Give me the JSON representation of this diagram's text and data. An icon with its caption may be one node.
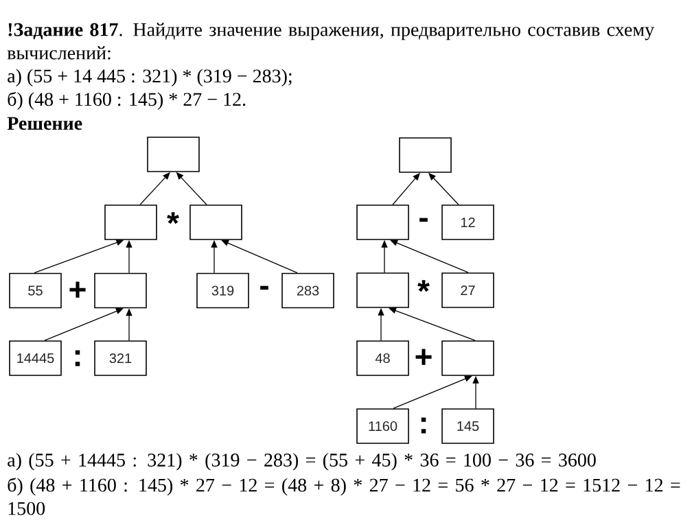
{
  "diagram": {
    "title": "**!Задание 817**. Найдите значение выражения, предварительно составив схему вычислений:",
    "nodes": [
      {
        "text": [],
        "shape": "box"
      },
      {
        "text": [],
        "shape": "box"
      },
      {
        "text": [],
        "shape": "box"
      },
      {
        "text": [
          "55"
        ]
      },
      {
        "text": [],
        "shape": "box"
      },
      {
        "text": [
          "319"
        ]
      },
      {
        "text": [
          "283"
        ]
      },
      {
        "text": [
          "14445"
        ]
      },
      {
        "text": [
          "321"
        ]
      },
      {
        "text": [],
        "shape": "box"
      },
      {
        "text": [],
        "shape": "box"
      },
      {
        "text": [
          "12"
        ]
      },
      {
        "text": [],
        "shape": "box"
      },
      {
        "text": [
          "27"
        ]
      },
      {
        "text": [
          "48"
        ]
      },
      {
        "text": [],
        "shape": "box"
      },
      {
        "text": [
          "1160"
        ]
      },
      {
        "text": [
          "145"
        ]
      }
    ],
    "edges": [
      {
        "from": 1,
        "to": 0,
        "arrow": "to"
      },
      {
        "from": 2,
        "to": 0,
        "arrow": "to"
      },
      {
        "from": 3,
        "to": 1,
        "arrow": "to"
      },
      {
        "from": 4,
        "to": 1,
        "arrow": "to"
      },
      {
        "from": 5,
        "to": 2,
        "arrow": "to"
      },
      {
        "from": 6,
        "to": 2,
        "arrow": "to"
      },
      {
        "from": 7,
        "to": 4,
        "arrow": "to"
      },
      {
        "from": 8,
        "to": 4,
        "arrow": "to"
      },
      {
        "from": 10,
        "to": 9,
        "arrow": "to"
      },
      {
        "from": 11,
        "to": 9,
        "arrow": "to"
      },
      {
        "from": 12,
        "to": 10,
        "arrow": "to"
      },
      {
        "from": 13,
        "to": 10,
        "arrow": "to"
      },
      {
        "from": 14,
        "to": 12,
        "arrow": "to"
      },
      {
        "from": 15,
        "to": 12,
        "arrow": "to"
      },
      {
        "from": 16,
        "to": 15,
        "arrow": "to"
      },
      {
        "from": 17,
        "to": 15,
        "arrow": "to"
      }
    ],
    "labels": [
      "а) (55 + 14 445 : 321) * (319 − 283);",
      "б) (48 + 1160 : 145) * 27 − 12.",
      "Решение",
      "*",
      "-",
      "+",
      "-",
      "*",
      ":",
      "+",
      ":",
      "а) (55 + 14445 : 321) * (319 − 283) = (55 + 45) * 36 = 100 − 36 = 3600",
      "б) (48 + 1160 : 145) * 27 − 12 = (48 + 8) * 27 − 12 = 56 * 27 − 12 = 1512 − 12 = 1500"
    ]
  }
}
